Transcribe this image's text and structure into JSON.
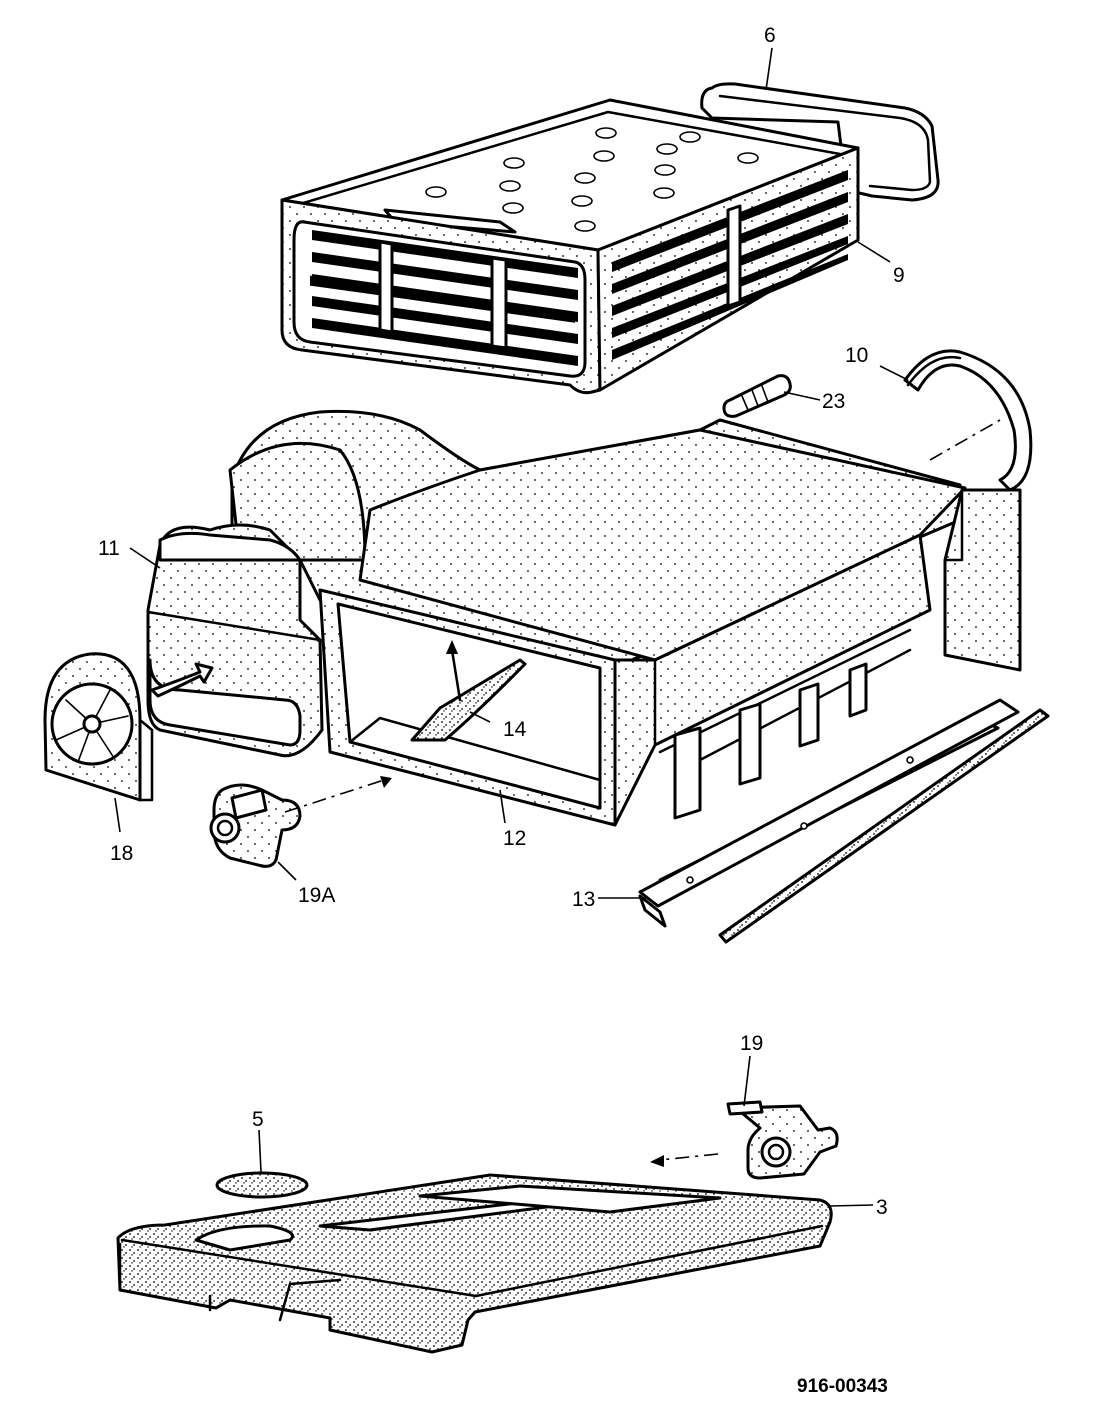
{
  "diagram": {
    "callouts": [
      {
        "id": "6",
        "label": "6"
      },
      {
        "id": "9",
        "label": "9"
      },
      {
        "id": "10",
        "label": "10"
      },
      {
        "id": "23",
        "label": "23"
      },
      {
        "id": "11",
        "label": "11"
      },
      {
        "id": "14",
        "label": "14"
      },
      {
        "id": "18",
        "label": "18"
      },
      {
        "id": "12",
        "label": "12"
      },
      {
        "id": "19A",
        "label": "19A"
      },
      {
        "id": "13",
        "label": "13"
      },
      {
        "id": "19",
        "label": "19"
      },
      {
        "id": "5",
        "label": "5"
      },
      {
        "id": "3",
        "label": "3"
      }
    ],
    "document_number": "916-00343"
  }
}
